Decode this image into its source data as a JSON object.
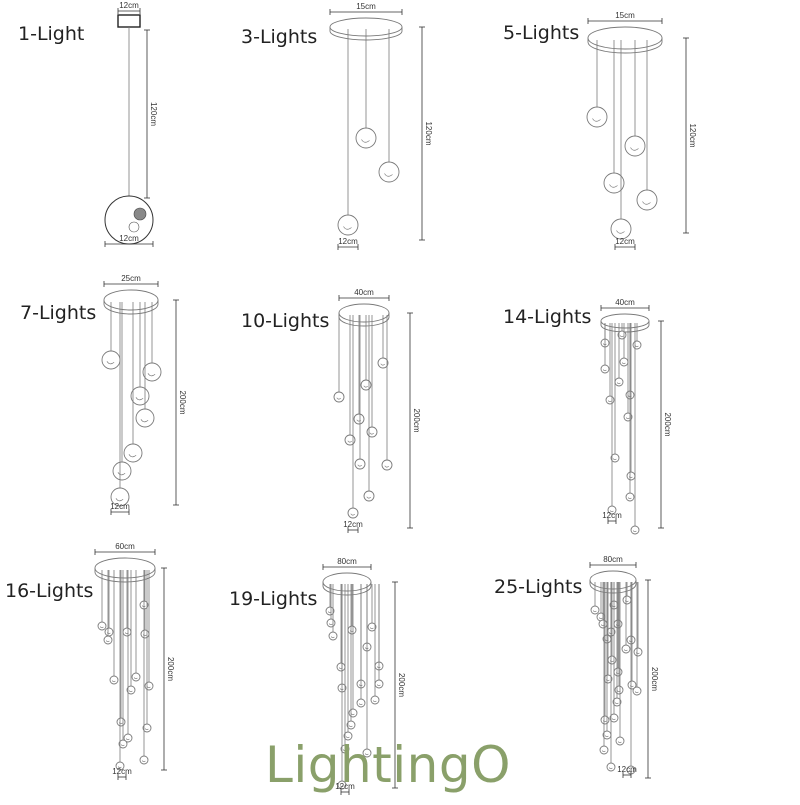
{
  "variants": [
    {
      "id": "v1",
      "title": "1-Light",
      "canopy_width": "12cm",
      "drop": "120cm",
      "globe": "12cm",
      "count": 1
    },
    {
      "id": "v3",
      "title": "3-Lights",
      "canopy_width": "15cm",
      "drop": "120cm",
      "globe": "12cm",
      "count": 3
    },
    {
      "id": "v5",
      "title": "5-Lights",
      "canopy_width": "15cm",
      "drop": "120cm",
      "globe": "12cm",
      "count": 5
    },
    {
      "id": "v7",
      "title": "7-Lights",
      "canopy_width": "25cm",
      "drop": "200cm",
      "globe": "12cm",
      "count": 7
    },
    {
      "id": "v10",
      "title": "10-Lights",
      "canopy_width": "40cm",
      "drop": "200cm",
      "globe": "12cm",
      "count": 10
    },
    {
      "id": "v14",
      "title": "14-Lights",
      "canopy_width": "40cm",
      "drop": "200cm",
      "globe": "12cm",
      "count": 14
    },
    {
      "id": "v16",
      "title": "16-Lights",
      "canopy_width": "60cm",
      "drop": "200cm",
      "globe": "12cm",
      "count": 16
    },
    {
      "id": "v19",
      "title": "19-Lights",
      "canopy_width": "80cm",
      "drop": "200cm",
      "globe": "12cm",
      "count": 19
    },
    {
      "id": "v25",
      "title": "25-Lights",
      "canopy_width": "80cm",
      "drop": "200cm",
      "globe": "12cm",
      "count": 25
    }
  ],
  "logo": "LightingO",
  "colors": {
    "line": "#7a7a7a",
    "text": "#222222",
    "logo": "#8aa06a"
  }
}
